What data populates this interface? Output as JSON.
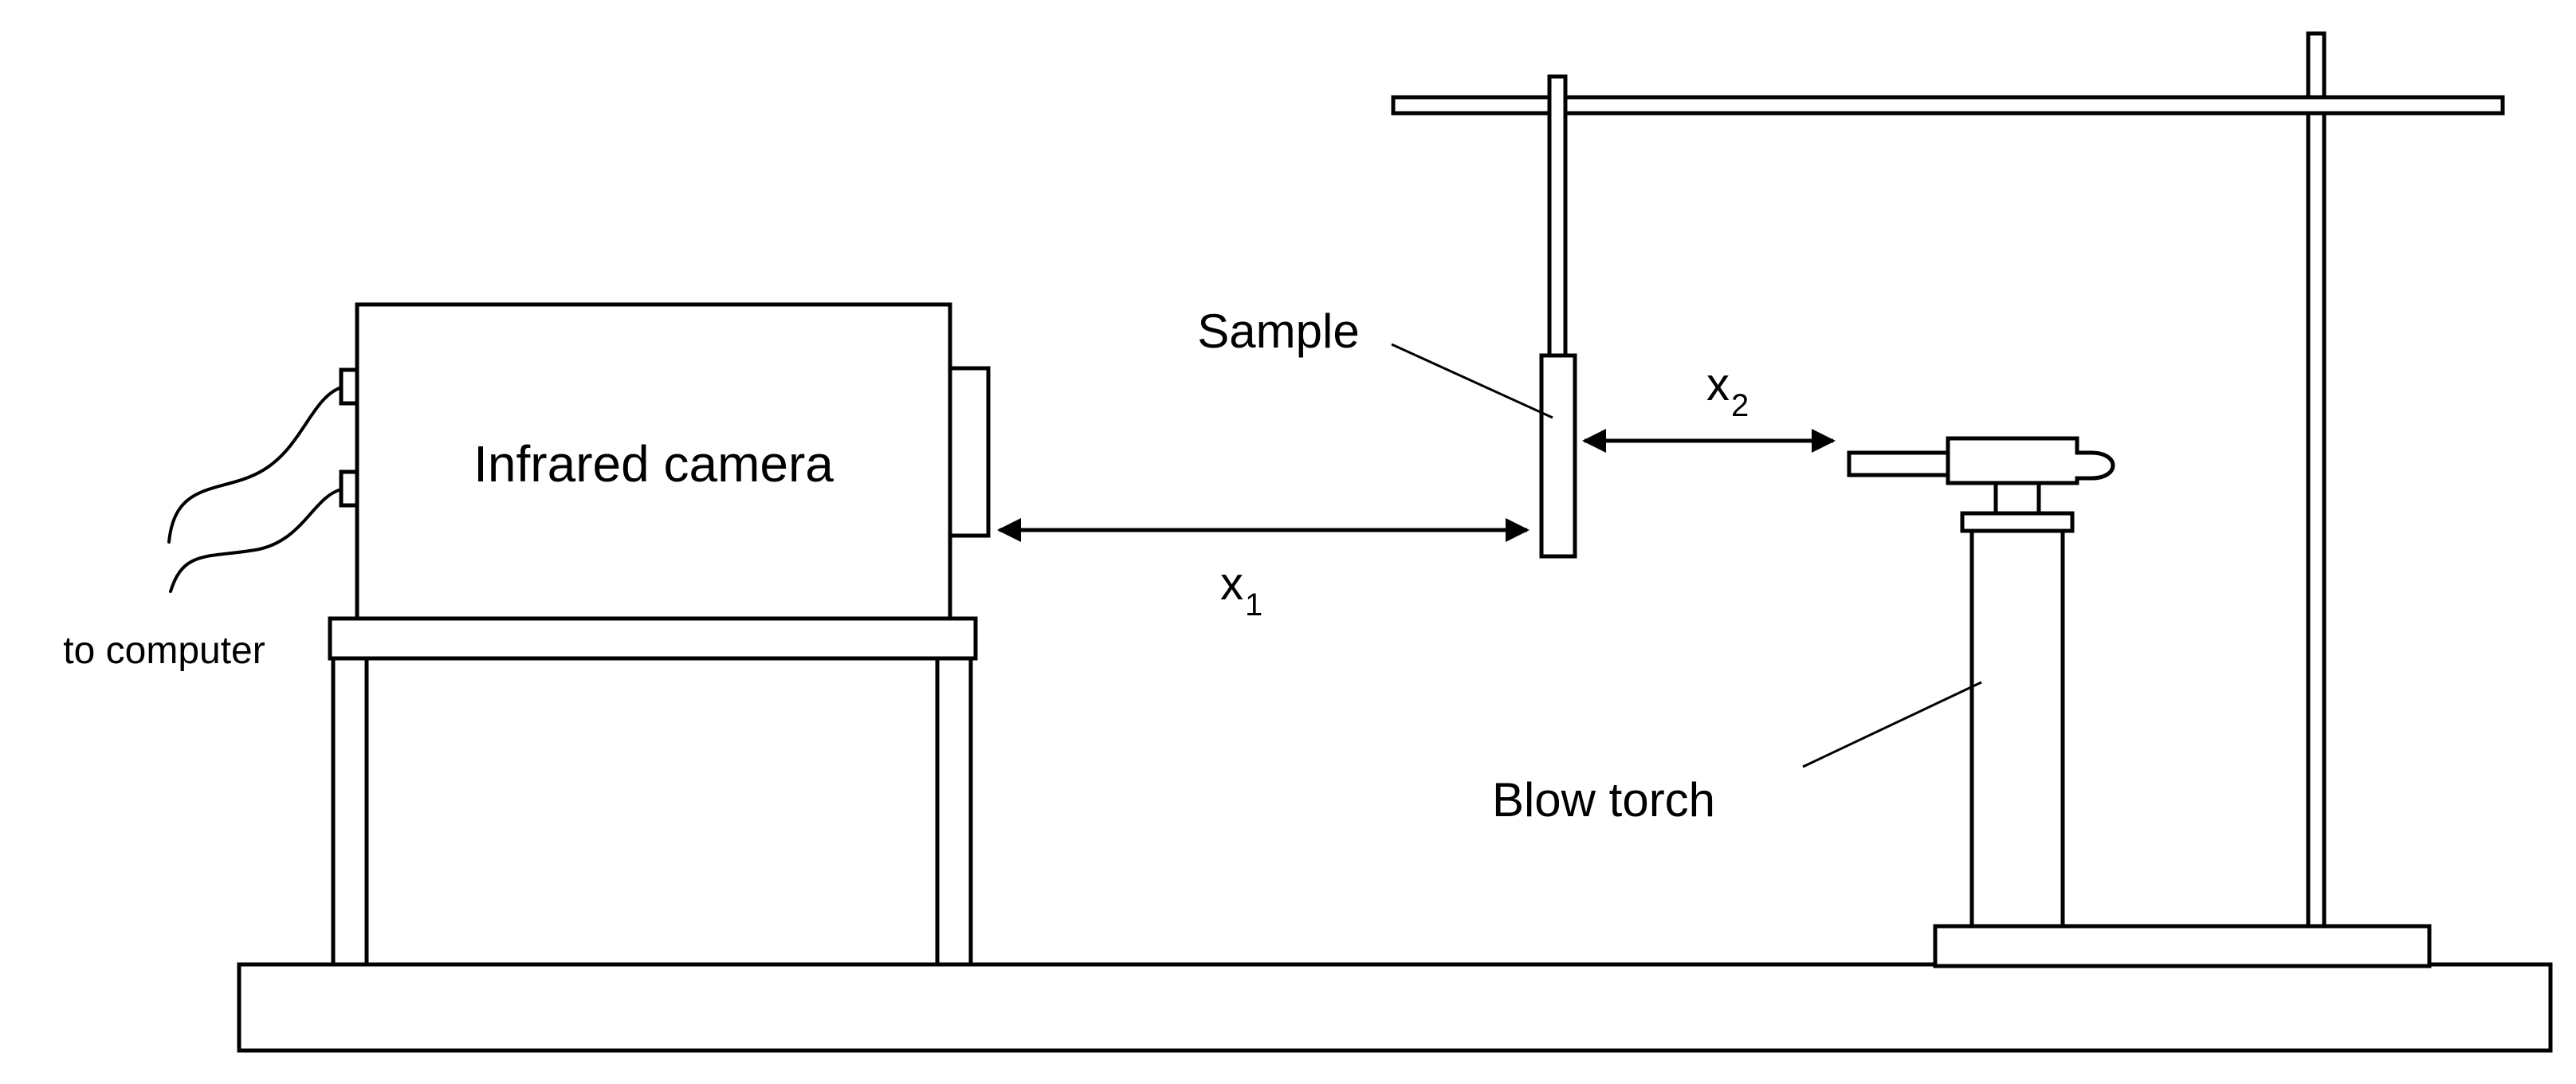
{
  "labels": {
    "camera": "Infrared camera",
    "computer": "to computer",
    "sample": "Sample",
    "torch": "Blow torch",
    "x1_base": "x",
    "x1_sub": "1",
    "x2_base": "x",
    "x2_sub": "2"
  },
  "colors": {
    "stroke": "#000000",
    "fill": "#ffffff"
  }
}
